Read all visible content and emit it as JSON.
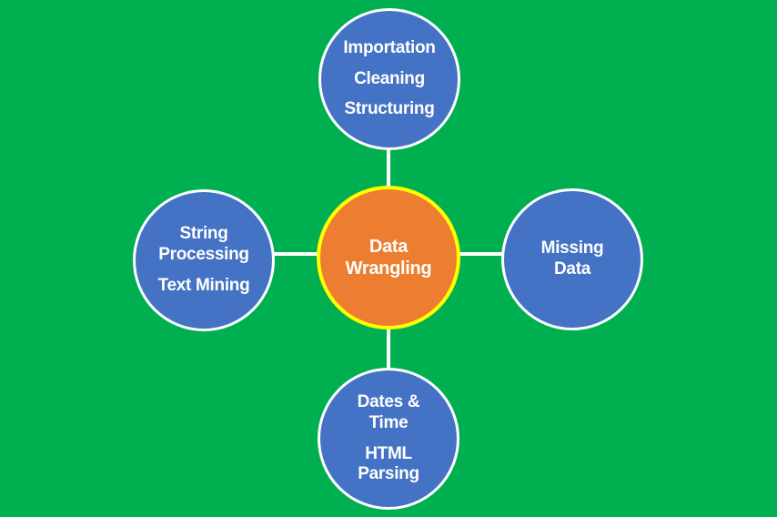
{
  "diagram": {
    "colors": {
      "background": "#00B050",
      "satellite_fill": "#4472C4",
      "satellite_border": "#FFFFFF",
      "center_fill": "#ED7D31",
      "center_border": "#FFFF00",
      "connector": "#FFFFFF",
      "text": "#FFFFFF"
    },
    "nodes": {
      "center": {
        "paragraphs": [
          "Data Wrangling"
        ]
      },
      "top": {
        "paragraphs": [
          "Importation",
          "Cleaning",
          "Structuring"
        ]
      },
      "left": {
        "paragraphs": [
          "String Processing",
          "Text Mining"
        ]
      },
      "right": {
        "paragraphs": [
          "Missing Data"
        ]
      },
      "bottom": {
        "paragraphs": [
          "Dates & Time",
          "HTML Parsing"
        ]
      }
    }
  }
}
